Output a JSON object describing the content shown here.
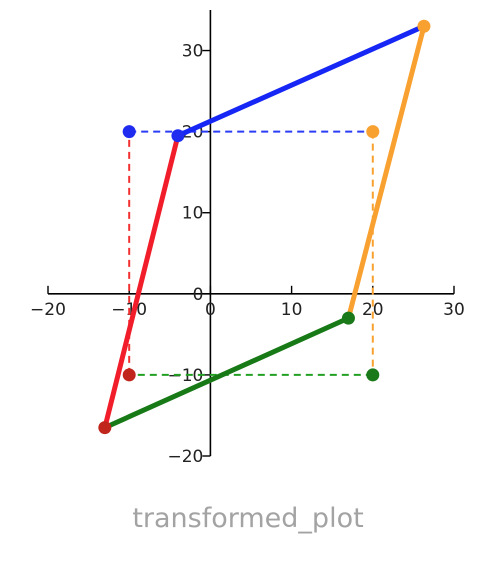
{
  "caption": "transformed_plot",
  "chart_data": {
    "type": "line",
    "title": "",
    "xlabel": "",
    "ylabel": "",
    "xlim": [
      -20,
      30
    ],
    "ylim": [
      -20,
      35
    ],
    "x_ticks": [
      -20,
      -10,
      0,
      10,
      20,
      30
    ],
    "y_ticks": [
      -20,
      -10,
      0,
      10,
      20,
      30
    ],
    "x_tick_labels": [
      "−20",
      "−10",
      "0",
      "10",
      "20",
      "30"
    ],
    "y_tick_labels": [
      "−20",
      "−10",
      "0",
      "10",
      "20",
      "30"
    ],
    "spines": "centered",
    "grid": false,
    "original_points": [
      {
        "x": -10,
        "y": 20,
        "color": "#1f2cf0"
      },
      {
        "x": 20,
        "y": 20,
        "color": "#f9a130"
      },
      {
        "x": 20,
        "y": -10,
        "color": "#1a7a1a"
      },
      {
        "x": -10,
        "y": -10,
        "color": "#c0261c"
      }
    ],
    "transformed_points": [
      {
        "x": -4,
        "y": 19.5,
        "color": "#1f2cf0"
      },
      {
        "x": 26.3,
        "y": 33,
        "color": "#f9a130"
      },
      {
        "x": 17,
        "y": -3,
        "color": "#1a7a1a"
      },
      {
        "x": -13,
        "y": -16.5,
        "color": "#c0261c"
      }
    ],
    "dashed_series": [
      {
        "color": "#2a3cf5",
        "points": [
          [
            -10,
            20
          ],
          [
            20,
            20
          ]
        ]
      },
      {
        "color": "#f9a130",
        "points": [
          [
            20,
            20
          ],
          [
            20,
            -10
          ]
        ]
      },
      {
        "color": "#23a023",
        "points": [
          [
            20,
            -10
          ],
          [
            -10,
            -10
          ]
        ]
      },
      {
        "color": "#f23030",
        "points": [
          [
            -10,
            -10
          ],
          [
            -10,
            20
          ]
        ]
      }
    ],
    "solid_series": [
      {
        "color": "#1526f5",
        "points": [
          [
            -4,
            19.5
          ],
          [
            26.3,
            33
          ]
        ]
      },
      {
        "color": "#f9a130",
        "points": [
          [
            26.3,
            33
          ],
          [
            17,
            -3
          ]
        ]
      },
      {
        "color": "#177a17",
        "points": [
          [
            17,
            -3
          ],
          [
            -13,
            -16.5
          ]
        ]
      },
      {
        "color": "#f21d2a",
        "points": [
          [
            -13,
            -16.5
          ],
          [
            -4,
            19.5
          ]
        ]
      }
    ]
  }
}
